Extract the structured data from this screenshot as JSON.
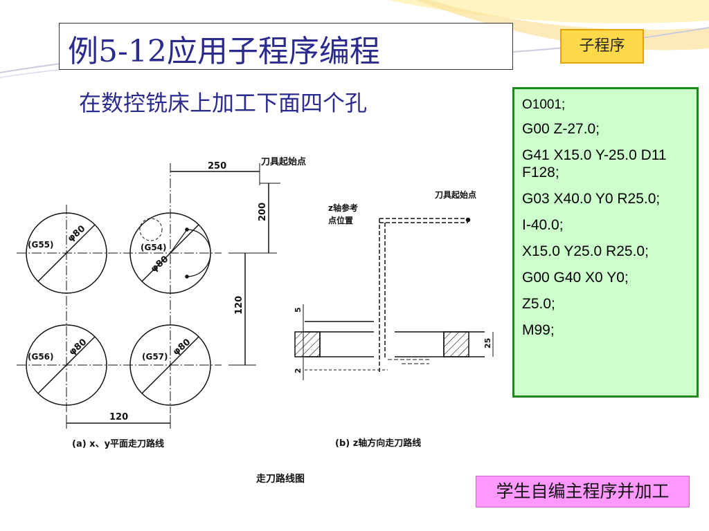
{
  "slide": {
    "title": "例5-12应用子程序编程",
    "subprogram_tag": "子程序",
    "subtitle": "在数控铣床上加工下面四个孔",
    "code_lines": [
      "O1001;",
      "G00 Z-27.0;",
      "G41 X15.0 Y-25.0 D11 F128;",
      "G03 X40.0 Y0 R25.0;",
      "I-40.0;",
      "X15.0 Y25.0 R25.0;",
      "G00 G40 X0 Y0;",
      "Z5.0;",
      "M99;"
    ],
    "footer_tag": "学生自编主程序并加工"
  },
  "figure": {
    "dim_250": "250",
    "dim_200": "200",
    "dim_120_vertical": "120",
    "dim_120_horizontal": "120",
    "tool_start_left": "刀具起始点",
    "tool_start_right": "刀具起始点",
    "z_ref_line1": "z轴参考",
    "z_ref_line2": "点位置",
    "g55": "(G55)",
    "g54": "(G54)",
    "g56": "(G56)",
    "g57": "(G57)",
    "phi80": "φ80",
    "dim_5": "5",
    "dim_2": "2",
    "dim_25": "25",
    "caption_a": "(a) x、y平面走刀路线",
    "caption_b": "(b) z轴方向走刀路线",
    "caption_main": "走刀路线图"
  },
  "colors": {
    "title_text": "#2b2b8f",
    "code_bg": "#ccffcc",
    "code_border": "#1b8a1b",
    "tag_yellow": "#ffd94a",
    "tag_pink": "#ff99ff"
  }
}
